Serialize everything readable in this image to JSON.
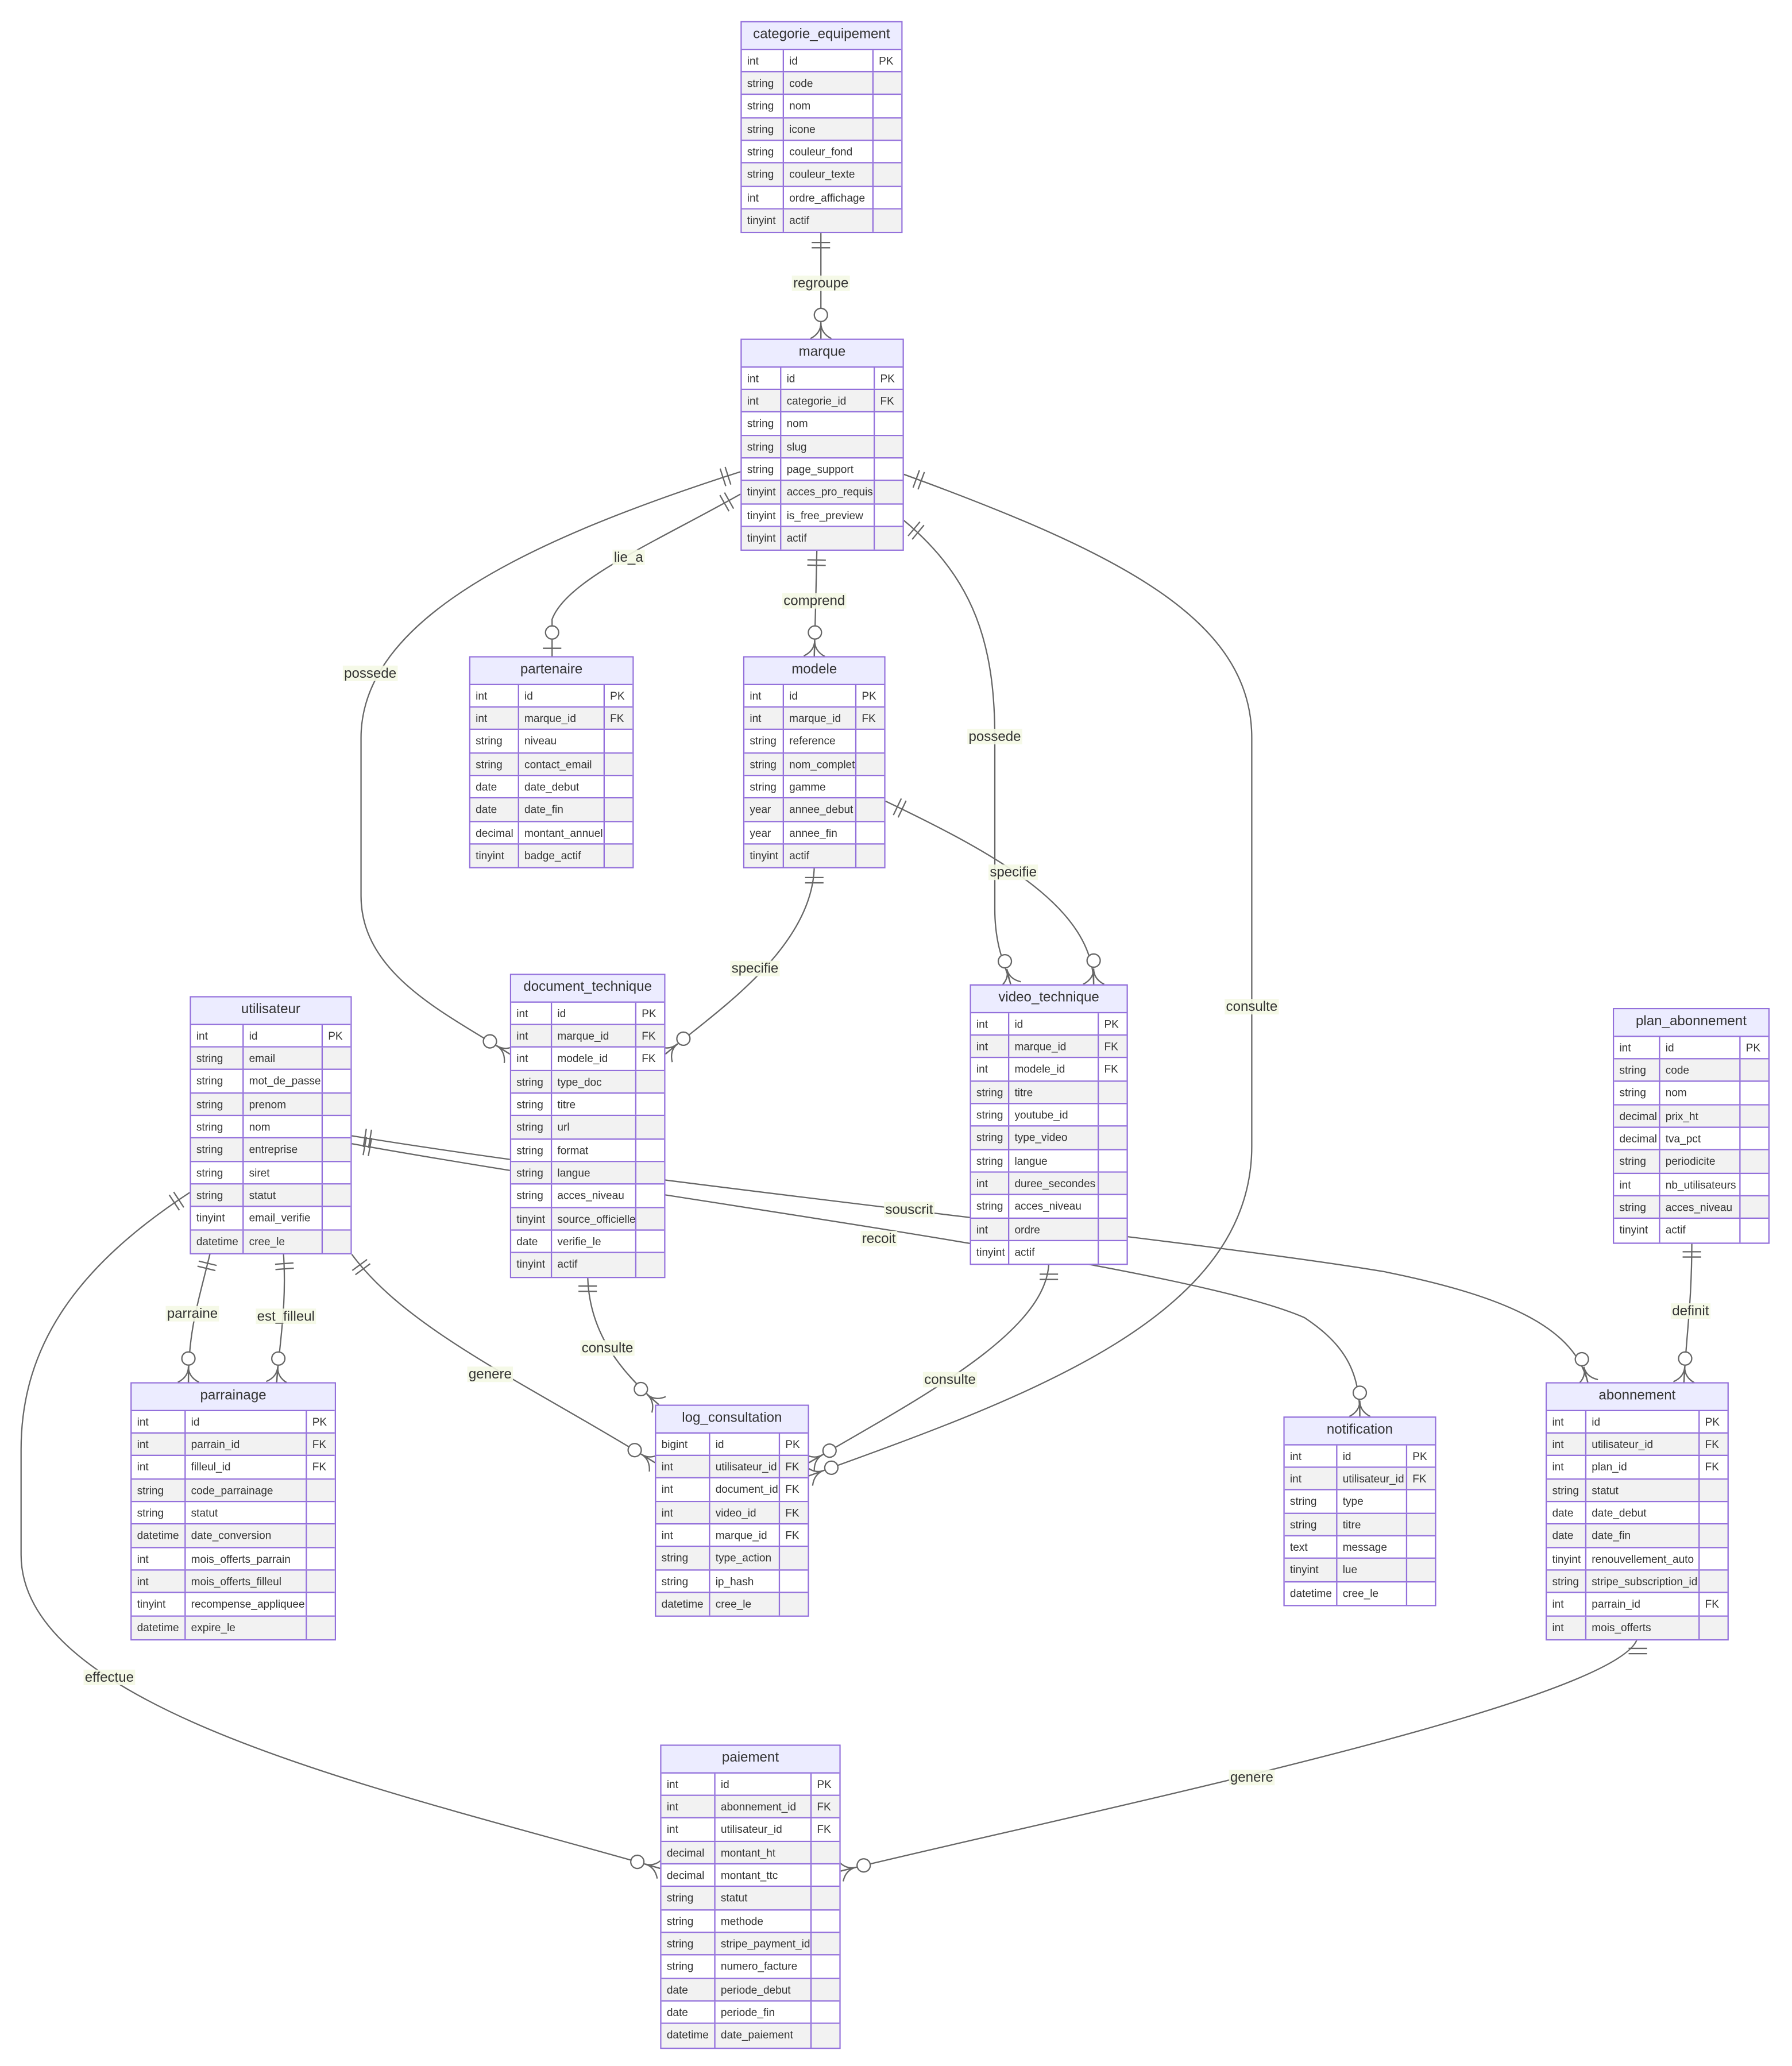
{
  "colors": {
    "border": "#9370DB",
    "header_bg": "#ECECFF",
    "row_alt": "#f2f2f2",
    "edge": "#666666"
  },
  "entities": [
    {
      "name": "categorie_equipement",
      "attributes": [
        {
          "type": "int",
          "name": "id",
          "key": "PK"
        },
        {
          "type": "string",
          "name": "code",
          "key": ""
        },
        {
          "type": "string",
          "name": "nom",
          "key": ""
        },
        {
          "type": "string",
          "name": "icone",
          "key": ""
        },
        {
          "type": "string",
          "name": "couleur_fond",
          "key": ""
        },
        {
          "type": "string",
          "name": "couleur_texte",
          "key": ""
        },
        {
          "type": "int",
          "name": "ordre_affichage",
          "key": ""
        },
        {
          "type": "tinyint",
          "name": "actif",
          "key": ""
        }
      ]
    },
    {
      "name": "marque",
      "attributes": [
        {
          "type": "int",
          "name": "id",
          "key": "PK"
        },
        {
          "type": "int",
          "name": "categorie_id",
          "key": "FK"
        },
        {
          "type": "string",
          "name": "nom",
          "key": ""
        },
        {
          "type": "string",
          "name": "slug",
          "key": ""
        },
        {
          "type": "string",
          "name": "page_support",
          "key": ""
        },
        {
          "type": "tinyint",
          "name": "acces_pro_requis",
          "key": ""
        },
        {
          "type": "tinyint",
          "name": "is_free_preview",
          "key": ""
        },
        {
          "type": "tinyint",
          "name": "actif",
          "key": ""
        }
      ]
    },
    {
      "name": "partenaire",
      "attributes": [
        {
          "type": "int",
          "name": "id",
          "key": "PK"
        },
        {
          "type": "int",
          "name": "marque_id",
          "key": "FK"
        },
        {
          "type": "string",
          "name": "niveau",
          "key": ""
        },
        {
          "type": "string",
          "name": "contact_email",
          "key": ""
        },
        {
          "type": "date",
          "name": "date_debut",
          "key": ""
        },
        {
          "type": "date",
          "name": "date_fin",
          "key": ""
        },
        {
          "type": "decimal",
          "name": "montant_annuel",
          "key": ""
        },
        {
          "type": "tinyint",
          "name": "badge_actif",
          "key": ""
        }
      ]
    },
    {
      "name": "modele",
      "attributes": [
        {
          "type": "int",
          "name": "id",
          "key": "PK"
        },
        {
          "type": "int",
          "name": "marque_id",
          "key": "FK"
        },
        {
          "type": "string",
          "name": "reference",
          "key": ""
        },
        {
          "type": "string",
          "name": "nom_complet",
          "key": ""
        },
        {
          "type": "string",
          "name": "gamme",
          "key": ""
        },
        {
          "type": "year",
          "name": "annee_debut",
          "key": ""
        },
        {
          "type": "year",
          "name": "annee_fin",
          "key": ""
        },
        {
          "type": "tinyint",
          "name": "actif",
          "key": ""
        }
      ]
    },
    {
      "name": "utilisateur",
      "attributes": [
        {
          "type": "int",
          "name": "id",
          "key": "PK"
        },
        {
          "type": "string",
          "name": "email",
          "key": ""
        },
        {
          "type": "string",
          "name": "mot_de_passe",
          "key": ""
        },
        {
          "type": "string",
          "name": "prenom",
          "key": ""
        },
        {
          "type": "string",
          "name": "nom",
          "key": ""
        },
        {
          "type": "string",
          "name": "entreprise",
          "key": ""
        },
        {
          "type": "string",
          "name": "siret",
          "key": ""
        },
        {
          "type": "string",
          "name": "statut",
          "key": ""
        },
        {
          "type": "tinyint",
          "name": "email_verifie",
          "key": ""
        },
        {
          "type": "datetime",
          "name": "cree_le",
          "key": ""
        }
      ]
    },
    {
      "name": "document_technique",
      "attributes": [
        {
          "type": "int",
          "name": "id",
          "key": "PK"
        },
        {
          "type": "int",
          "name": "marque_id",
          "key": "FK"
        },
        {
          "type": "int",
          "name": "modele_id",
          "key": "FK"
        },
        {
          "type": "string",
          "name": "type_doc",
          "key": ""
        },
        {
          "type": "string",
          "name": "titre",
          "key": ""
        },
        {
          "type": "string",
          "name": "url",
          "key": ""
        },
        {
          "type": "string",
          "name": "format",
          "key": ""
        },
        {
          "type": "string",
          "name": "langue",
          "key": ""
        },
        {
          "type": "string",
          "name": "acces_niveau",
          "key": ""
        },
        {
          "type": "tinyint",
          "name": "source_officielle",
          "key": ""
        },
        {
          "type": "date",
          "name": "verifie_le",
          "key": ""
        },
        {
          "type": "tinyint",
          "name": "actif",
          "key": ""
        }
      ]
    },
    {
      "name": "video_technique",
      "attributes": [
        {
          "type": "int",
          "name": "id",
          "key": "PK"
        },
        {
          "type": "int",
          "name": "marque_id",
          "key": "FK"
        },
        {
          "type": "int",
          "name": "modele_id",
          "key": "FK"
        },
        {
          "type": "string",
          "name": "titre",
          "key": ""
        },
        {
          "type": "string",
          "name": "youtube_id",
          "key": ""
        },
        {
          "type": "string",
          "name": "type_video",
          "key": ""
        },
        {
          "type": "string",
          "name": "langue",
          "key": ""
        },
        {
          "type": "int",
          "name": "duree_secondes",
          "key": ""
        },
        {
          "type": "string",
          "name": "acces_niveau",
          "key": ""
        },
        {
          "type": "int",
          "name": "ordre",
          "key": ""
        },
        {
          "type": "tinyint",
          "name": "actif",
          "key": ""
        }
      ]
    },
    {
      "name": "plan_abonnement",
      "attributes": [
        {
          "type": "int",
          "name": "id",
          "key": "PK"
        },
        {
          "type": "string",
          "name": "code",
          "key": ""
        },
        {
          "type": "string",
          "name": "nom",
          "key": ""
        },
        {
          "type": "decimal",
          "name": "prix_ht",
          "key": ""
        },
        {
          "type": "decimal",
          "name": "tva_pct",
          "key": ""
        },
        {
          "type": "string",
          "name": "periodicite",
          "key": ""
        },
        {
          "type": "int",
          "name": "nb_utilisateurs",
          "key": ""
        },
        {
          "type": "string",
          "name": "acces_niveau",
          "key": ""
        },
        {
          "type": "tinyint",
          "name": "actif",
          "key": ""
        }
      ]
    },
    {
      "name": "parrainage",
      "attributes": [
        {
          "type": "int",
          "name": "id",
          "key": "PK"
        },
        {
          "type": "int",
          "name": "parrain_id",
          "key": "FK"
        },
        {
          "type": "int",
          "name": "filleul_id",
          "key": "FK"
        },
        {
          "type": "string",
          "name": "code_parrainage",
          "key": ""
        },
        {
          "type": "string",
          "name": "statut",
          "key": ""
        },
        {
          "type": "datetime",
          "name": "date_conversion",
          "key": ""
        },
        {
          "type": "int",
          "name": "mois_offerts_parrain",
          "key": ""
        },
        {
          "type": "int",
          "name": "mois_offerts_filleul",
          "key": ""
        },
        {
          "type": "tinyint",
          "name": "recompense_appliquee",
          "key": ""
        },
        {
          "type": "datetime",
          "name": "expire_le",
          "key": ""
        }
      ]
    },
    {
      "name": "log_consultation",
      "attributes": [
        {
          "type": "bigint",
          "name": "id",
          "key": "PK"
        },
        {
          "type": "int",
          "name": "utilisateur_id",
          "key": "FK"
        },
        {
          "type": "int",
          "name": "document_id",
          "key": "FK"
        },
        {
          "type": "int",
          "name": "video_id",
          "key": "FK"
        },
        {
          "type": "int",
          "name": "marque_id",
          "key": "FK"
        },
        {
          "type": "string",
          "name": "type_action",
          "key": ""
        },
        {
          "type": "string",
          "name": "ip_hash",
          "key": ""
        },
        {
          "type": "datetime",
          "name": "cree_le",
          "key": ""
        }
      ]
    },
    {
      "name": "notification",
      "attributes": [
        {
          "type": "int",
          "name": "id",
          "key": "PK"
        },
        {
          "type": "int",
          "name": "utilisateur_id",
          "key": "FK"
        },
        {
          "type": "string",
          "name": "type",
          "key": ""
        },
        {
          "type": "string",
          "name": "titre",
          "key": ""
        },
        {
          "type": "text",
          "name": "message",
          "key": ""
        },
        {
          "type": "tinyint",
          "name": "lue",
          "key": ""
        },
        {
          "type": "datetime",
          "name": "cree_le",
          "key": ""
        }
      ]
    },
    {
      "name": "abonnement",
      "attributes": [
        {
          "type": "int",
          "name": "id",
          "key": "PK"
        },
        {
          "type": "int",
          "name": "utilisateur_id",
          "key": "FK"
        },
        {
          "type": "int",
          "name": "plan_id",
          "key": "FK"
        },
        {
          "type": "string",
          "name": "statut",
          "key": ""
        },
        {
          "type": "date",
          "name": "date_debut",
          "key": ""
        },
        {
          "type": "date",
          "name": "date_fin",
          "key": ""
        },
        {
          "type": "tinyint",
          "name": "renouvellement_auto",
          "key": ""
        },
        {
          "type": "string",
          "name": "stripe_subscription_id",
          "key": ""
        },
        {
          "type": "int",
          "name": "parrain_id",
          "key": "FK"
        },
        {
          "type": "int",
          "name": "mois_offerts",
          "key": ""
        }
      ]
    },
    {
      "name": "paiement",
      "attributes": [
        {
          "type": "int",
          "name": "id",
          "key": "PK"
        },
        {
          "type": "int",
          "name": "abonnement_id",
          "key": "FK"
        },
        {
          "type": "int",
          "name": "utilisateur_id",
          "key": "FK"
        },
        {
          "type": "decimal",
          "name": "montant_ht",
          "key": ""
        },
        {
          "type": "decimal",
          "name": "montant_ttc",
          "key": ""
        },
        {
          "type": "string",
          "name": "statut",
          "key": ""
        },
        {
          "type": "string",
          "name": "methode",
          "key": ""
        },
        {
          "type": "string",
          "name": "stripe_payment_id",
          "key": ""
        },
        {
          "type": "string",
          "name": "numero_facture",
          "key": ""
        },
        {
          "type": "date",
          "name": "periode_debut",
          "key": ""
        },
        {
          "type": "date",
          "name": "periode_fin",
          "key": ""
        },
        {
          "type": "datetime",
          "name": "date_paiement",
          "key": ""
        }
      ]
    }
  ],
  "relationships": [
    {
      "from": "categorie_equipement",
      "to": "marque",
      "label": "regroupe",
      "cardinality": "one-to-zero-or-many"
    },
    {
      "from": "marque",
      "to": "partenaire",
      "label": "lie_a",
      "cardinality": "one-to-zero-or-one"
    },
    {
      "from": "marque",
      "to": "modele",
      "label": "comprend",
      "cardinality": "one-to-zero-or-many"
    },
    {
      "from": "marque",
      "to": "document_technique",
      "label": "possede",
      "cardinality": "one-to-zero-or-many"
    },
    {
      "from": "marque",
      "to": "video_technique",
      "label": "possede",
      "cardinality": "one-to-zero-or-many"
    },
    {
      "from": "marque",
      "to": "log_consultation",
      "label": "consulte",
      "cardinality": "one-to-zero-or-many"
    },
    {
      "from": "modele",
      "to": "video_technique",
      "label": "specifie",
      "cardinality": "one-to-zero-or-many"
    },
    {
      "from": "modele",
      "to": "document_technique",
      "label": "specifie",
      "cardinality": "one-to-zero-or-many"
    },
    {
      "from": "utilisateur",
      "to": "abonnement",
      "label": "souscrit",
      "cardinality": "one-to-zero-or-many"
    },
    {
      "from": "utilisateur",
      "to": "notification",
      "label": "recoit",
      "cardinality": "one-to-zero-or-many"
    },
    {
      "from": "utilisateur",
      "to": "parrainage",
      "label": "parraine",
      "cardinality": "one-to-zero-or-many"
    },
    {
      "from": "utilisateur",
      "to": "parrainage",
      "label": "est_filleul",
      "cardinality": "one-to-zero-or-many"
    },
    {
      "from": "utilisateur",
      "to": "log_consultation",
      "label": "genere",
      "cardinality": "one-to-zero-or-many"
    },
    {
      "from": "utilisateur",
      "to": "paiement",
      "label": "effectue",
      "cardinality": "one-to-zero-or-many"
    },
    {
      "from": "document_technique",
      "to": "log_consultation",
      "label": "consulte",
      "cardinality": "one-to-zero-or-many"
    },
    {
      "from": "video_technique",
      "to": "log_consultation",
      "label": "consulte",
      "cardinality": "one-to-zero-or-many"
    },
    {
      "from": "plan_abonnement",
      "to": "abonnement",
      "label": "definit",
      "cardinality": "one-to-zero-or-many"
    },
    {
      "from": "abonnement",
      "to": "paiement",
      "label": "genere",
      "cardinality": "one-to-zero-or-many"
    }
  ]
}
